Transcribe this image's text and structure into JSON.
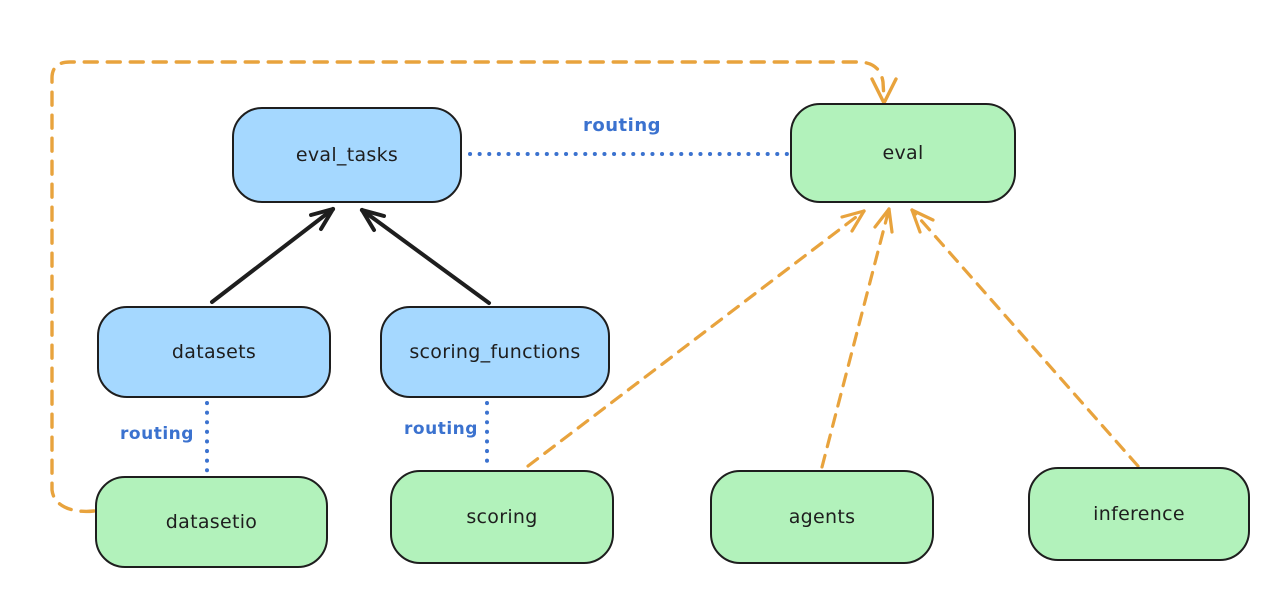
{
  "diagram_type": "flow-diagram",
  "background": "#ffffff",
  "colors": {
    "blue_node_fill": "#a5d8ff",
    "green_node_fill": "#b2f2bb",
    "node_border": "#1e1e1e",
    "routing_line_blue": "#3b72cf",
    "dashed_line_orange": "#e8a33d",
    "solid_line_black": "#1e1e1e"
  },
  "nodes": {
    "eval_tasks": {
      "label": "eval_tasks",
      "kind": "blue"
    },
    "eval": {
      "label": "eval",
      "kind": "green"
    },
    "datasets": {
      "label": "datasets",
      "kind": "blue"
    },
    "scoring_functions": {
      "label": "scoring_functions",
      "kind": "blue"
    },
    "datasetio": {
      "label": "datasetio",
      "kind": "green"
    },
    "scoring": {
      "label": "scoring",
      "kind": "green"
    },
    "agents": {
      "label": "agents",
      "kind": "green"
    },
    "inference": {
      "label": "inference",
      "kind": "green"
    }
  },
  "edges": {
    "datasets_to_eval_tasks": {
      "from": "datasets",
      "to": "eval_tasks",
      "style": "solid",
      "arrow": true,
      "color": "#1e1e1e"
    },
    "scoring_functions_to_eval_tasks": {
      "from": "scoring_functions",
      "to": "eval_tasks",
      "style": "solid",
      "arrow": true,
      "color": "#1e1e1e"
    },
    "eval_tasks_to_eval": {
      "from": "eval_tasks",
      "to": "eval",
      "style": "dotted",
      "arrow": false,
      "color": "#3b72cf",
      "label": "routing"
    },
    "datasets_to_datasetio": {
      "from": "datasets",
      "to": "datasetio",
      "style": "dotted",
      "arrow": false,
      "color": "#3b72cf",
      "label": "routing"
    },
    "scoring_functions_to_scoring": {
      "from": "scoring_functions",
      "to": "scoring",
      "style": "dotted",
      "arrow": false,
      "color": "#3b72cf",
      "label": "routing"
    },
    "datasetio_to_eval": {
      "from": "datasetio",
      "to": "eval",
      "style": "dashed",
      "arrow": true,
      "color": "#e8a33d"
    },
    "scoring_to_eval": {
      "from": "scoring",
      "to": "eval",
      "style": "dashed",
      "arrow": true,
      "color": "#e8a33d"
    },
    "agents_to_eval": {
      "from": "agents",
      "to": "eval",
      "style": "dashed",
      "arrow": true,
      "color": "#e8a33d"
    },
    "inference_to_eval": {
      "from": "inference",
      "to": "eval",
      "style": "dashed",
      "arrow": true,
      "color": "#e8a33d"
    }
  }
}
